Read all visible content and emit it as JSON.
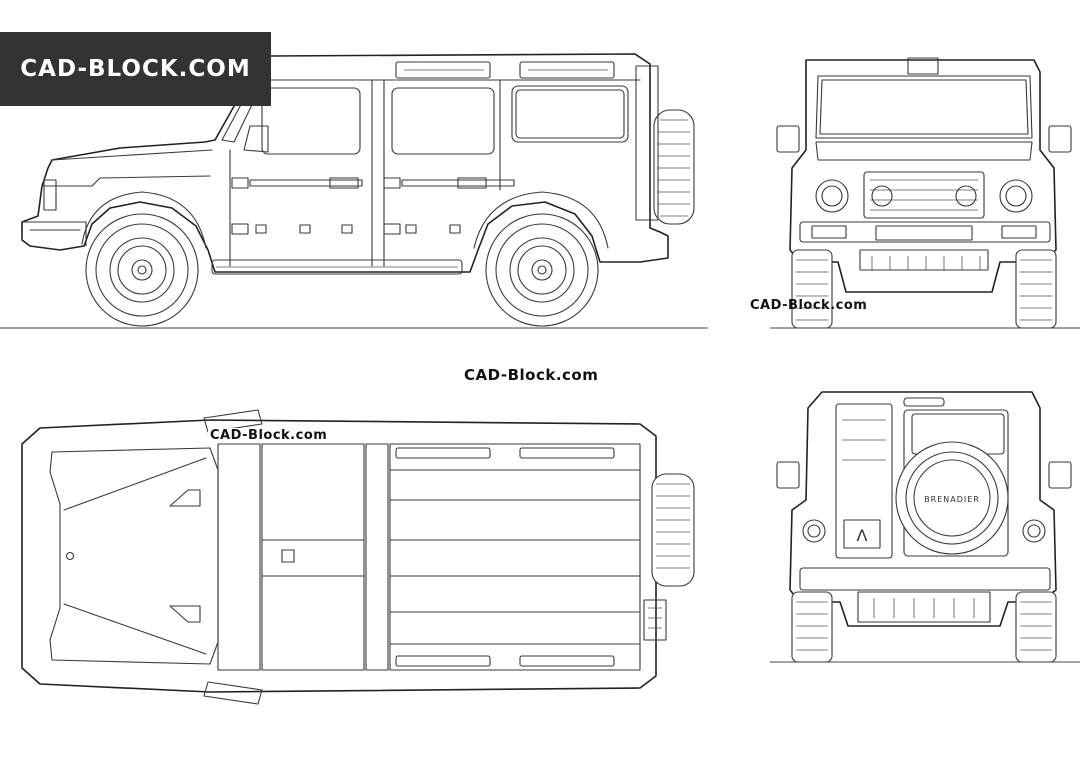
{
  "watermarks": {
    "banner": "CAD-BLOCK.COM",
    "front_view": "CAD-Block.com",
    "center": "CAD-Block.com",
    "top_view": "CAD-Block.com"
  },
  "spare_wheel_badge": "BRENADIER",
  "rear_door_logo": "Λ",
  "colors": {
    "banner_bg": "#333333",
    "banner_text": "#ffffff",
    "line": "#3a3a3a"
  }
}
